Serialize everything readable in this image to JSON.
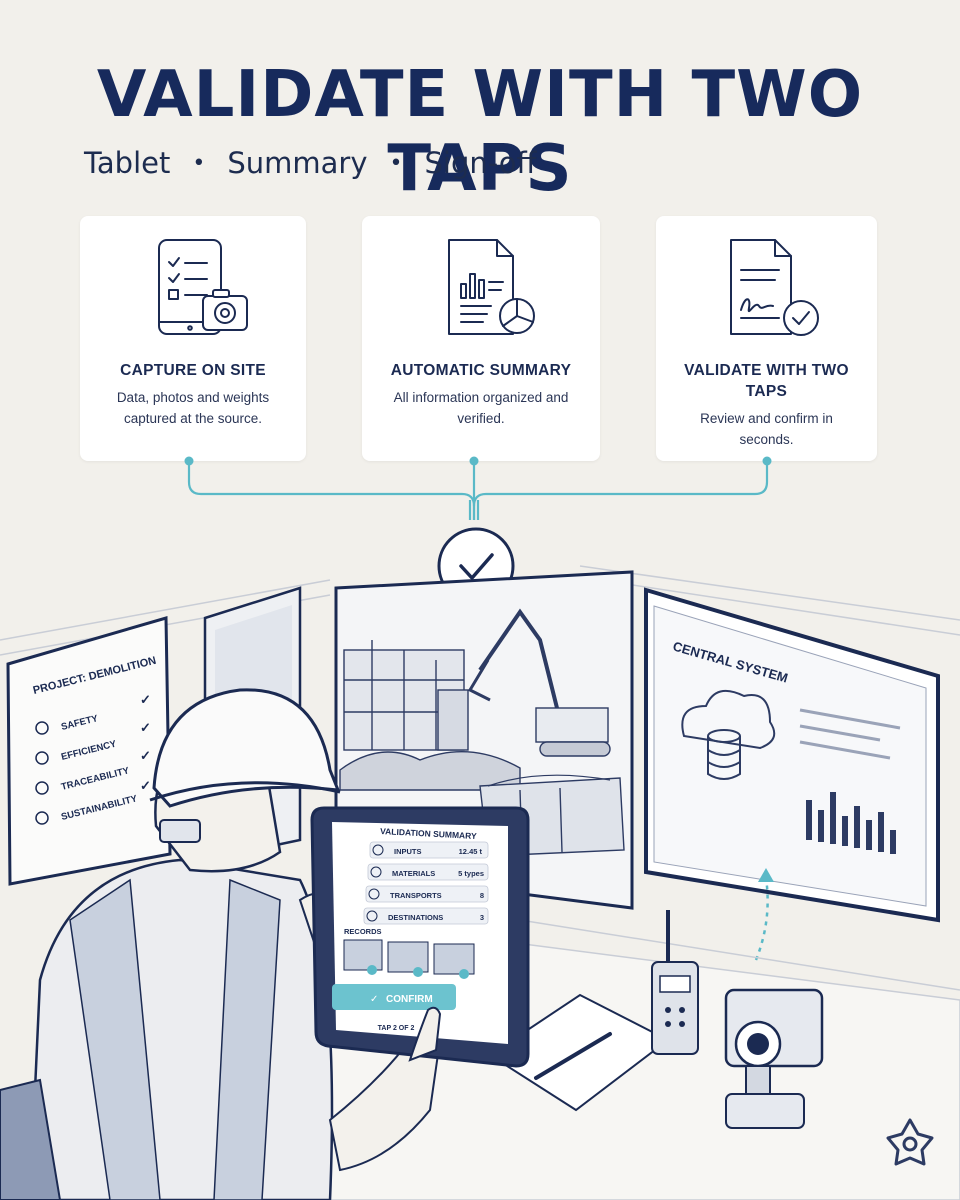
{
  "title": "VALIDATE WITH TWO TAPS",
  "subtitle": {
    "items": [
      "Tablet",
      "Summary",
      "Sign-off"
    ],
    "separator": "•"
  },
  "cards": [
    {
      "title": "CAPTURE ON SITE",
      "description": "Data, photos and weights captured at the source.",
      "icon": "tablet-checklist-camera-icon"
    },
    {
      "title": "AUTOMATIC SUMMARY",
      "description": "All information organized and verified.",
      "icon": "document-chart-icon"
    },
    {
      "title": "VALIDATE WITH TWO TAPS",
      "description": "Review and confirm in seconds.",
      "icon": "signed-document-check-icon"
    }
  ],
  "board": {
    "title": "PROJECT: DEMOLITION",
    "items": [
      "SAFETY",
      "EFFICIENCY",
      "TRACEABILITY",
      "SUSTAINABILITY"
    ]
  },
  "tablet": {
    "title": "VALIDATION SUMMARY",
    "rows": [
      {
        "label": "INPUTS",
        "value": "12.45 t"
      },
      {
        "label": "MATERIALS",
        "value": "5 types"
      },
      {
        "label": "TRANSPORTS",
        "value": "8"
      },
      {
        "label": "DESTINATIONS",
        "value": "3"
      }
    ],
    "records_label": "RECORDS",
    "confirm_label": "CONFIRM",
    "tap_label": "TAP 2 OF 2"
  },
  "monitor": {
    "title": "CENTRAL SYSTEM"
  },
  "colors": {
    "navy": "#172a5c",
    "teal": "#5ab9c7",
    "background": "#f2f0eb"
  }
}
